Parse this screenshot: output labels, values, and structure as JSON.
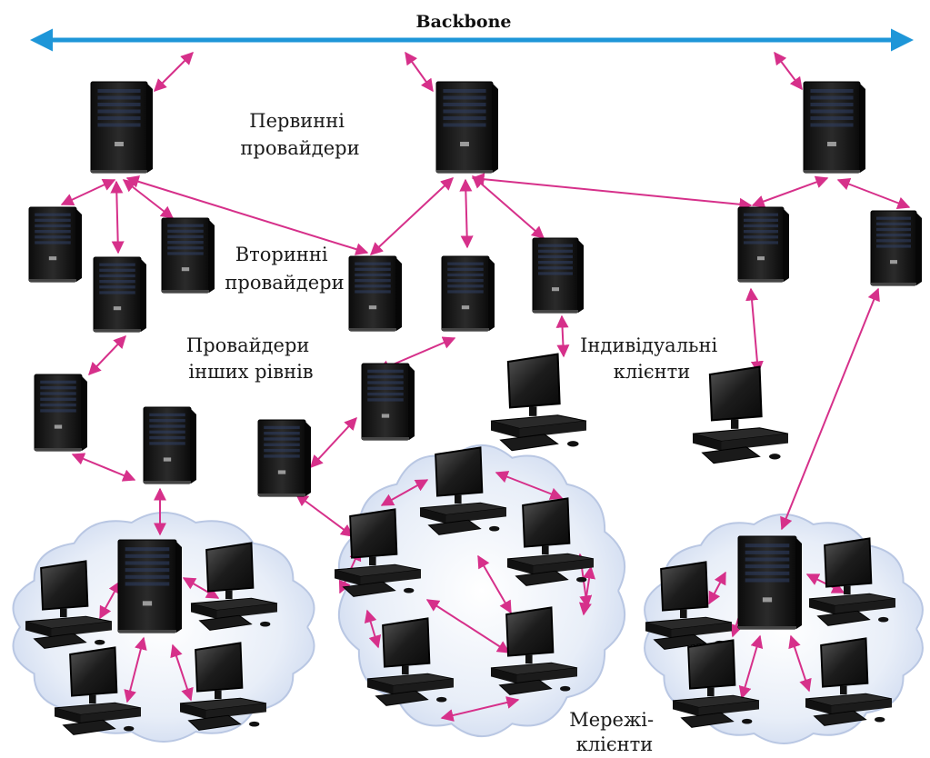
{
  "diagram": {
    "backbone_label": "Backbone",
    "labels": {
      "primary": [
        "Первинні",
        "провайдери"
      ],
      "secondary": [
        "Вторинні",
        "провайдери"
      ],
      "other_levels": [
        "Провайдери",
        "інших рівнів"
      ],
      "individual": [
        "Індивідуальні",
        "клієнти"
      ],
      "network": [
        "Мережі-",
        "клієнти"
      ]
    },
    "colors": {
      "backbone": "#1e96d8",
      "link": "#d6308a",
      "cloud_fill": "#dde6f4",
      "cloud_stroke": "#b9c7e3",
      "server_body": "#1b1b1b",
      "monitor_screen": "#2a2a2a"
    },
    "icons": {
      "server": "server-tower-icon",
      "workstation": "desktop-computer-icon",
      "network_cloud": "network-cloud-icon"
    }
  }
}
